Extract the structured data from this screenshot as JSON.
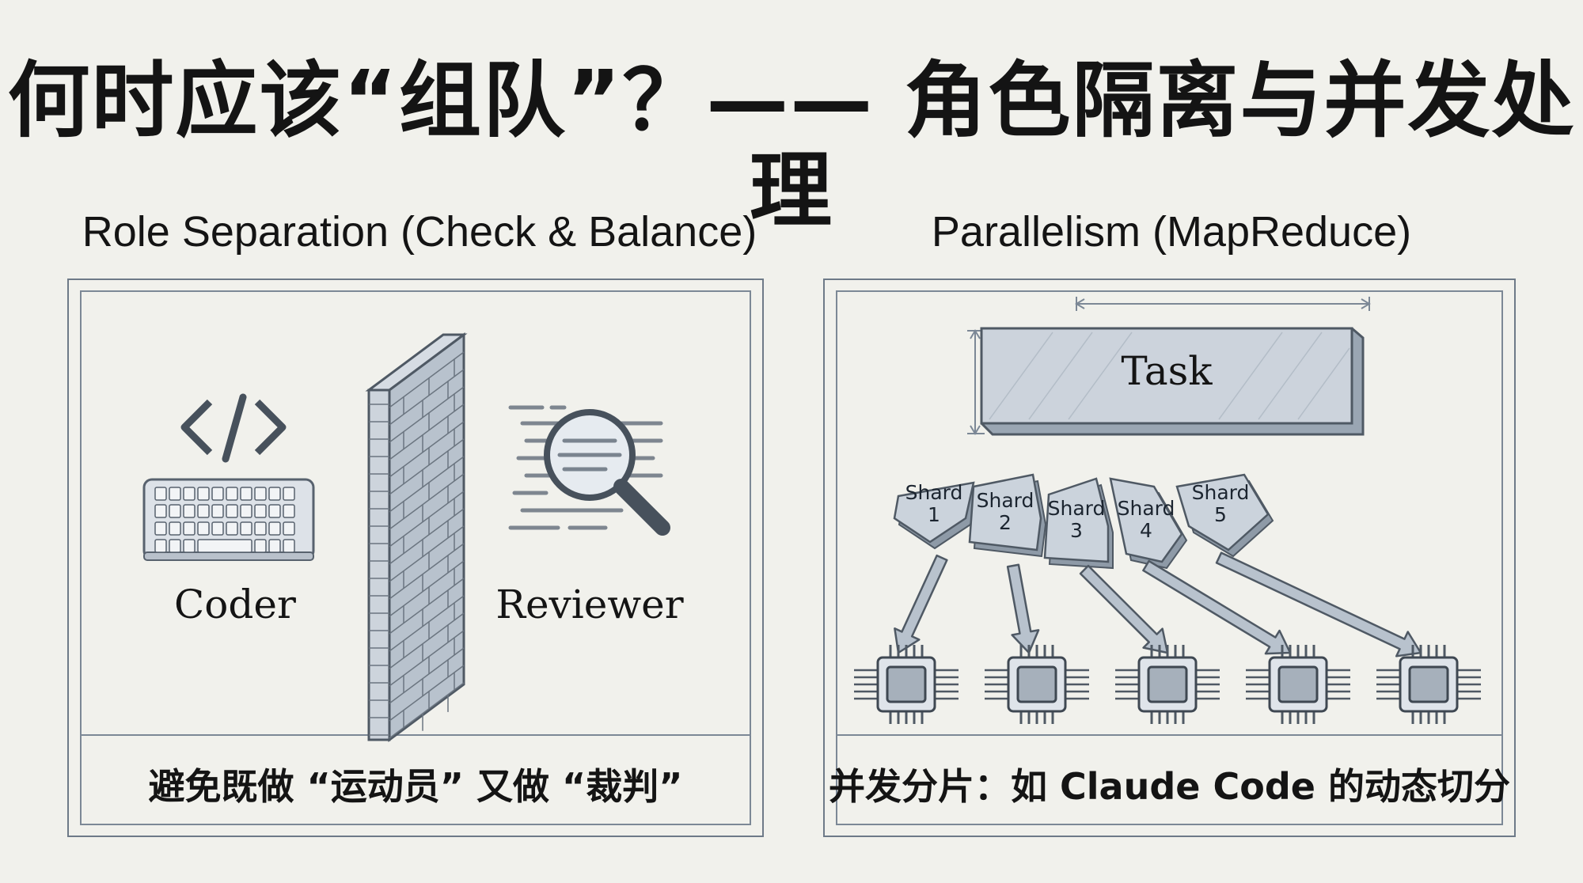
{
  "title": "何时应该“组队”？—— 角色隔离与并发处理",
  "left_panel": {
    "heading": "Role Separation (Check & Balance)",
    "coder_label": "Coder",
    "reviewer_label": "Reviewer",
    "code_symbol": "</>",
    "caption": "避免既做 “运动员” 又做 “裁判”",
    "icons": [
      "code-brackets-icon",
      "keyboard-icon",
      "brick-wall-icon",
      "document-lines-icon",
      "magnifying-glass-icon"
    ]
  },
  "right_panel": {
    "heading": "Parallelism (MapReduce)",
    "task_label": "Task",
    "shard_word": "Shard",
    "shards": [
      "1",
      "2",
      "3",
      "4",
      "5"
    ],
    "caption": "并发分片：如 Claude Code 的动态切分",
    "icons": [
      "down-arrow-icon",
      "cpu-chip-icon",
      "dimension-arrow-icon"
    ]
  },
  "colors": {
    "background": "#f1f1ec",
    "line": "#7c8896",
    "fill": "#c9d1db",
    "ink": "#141414"
  }
}
